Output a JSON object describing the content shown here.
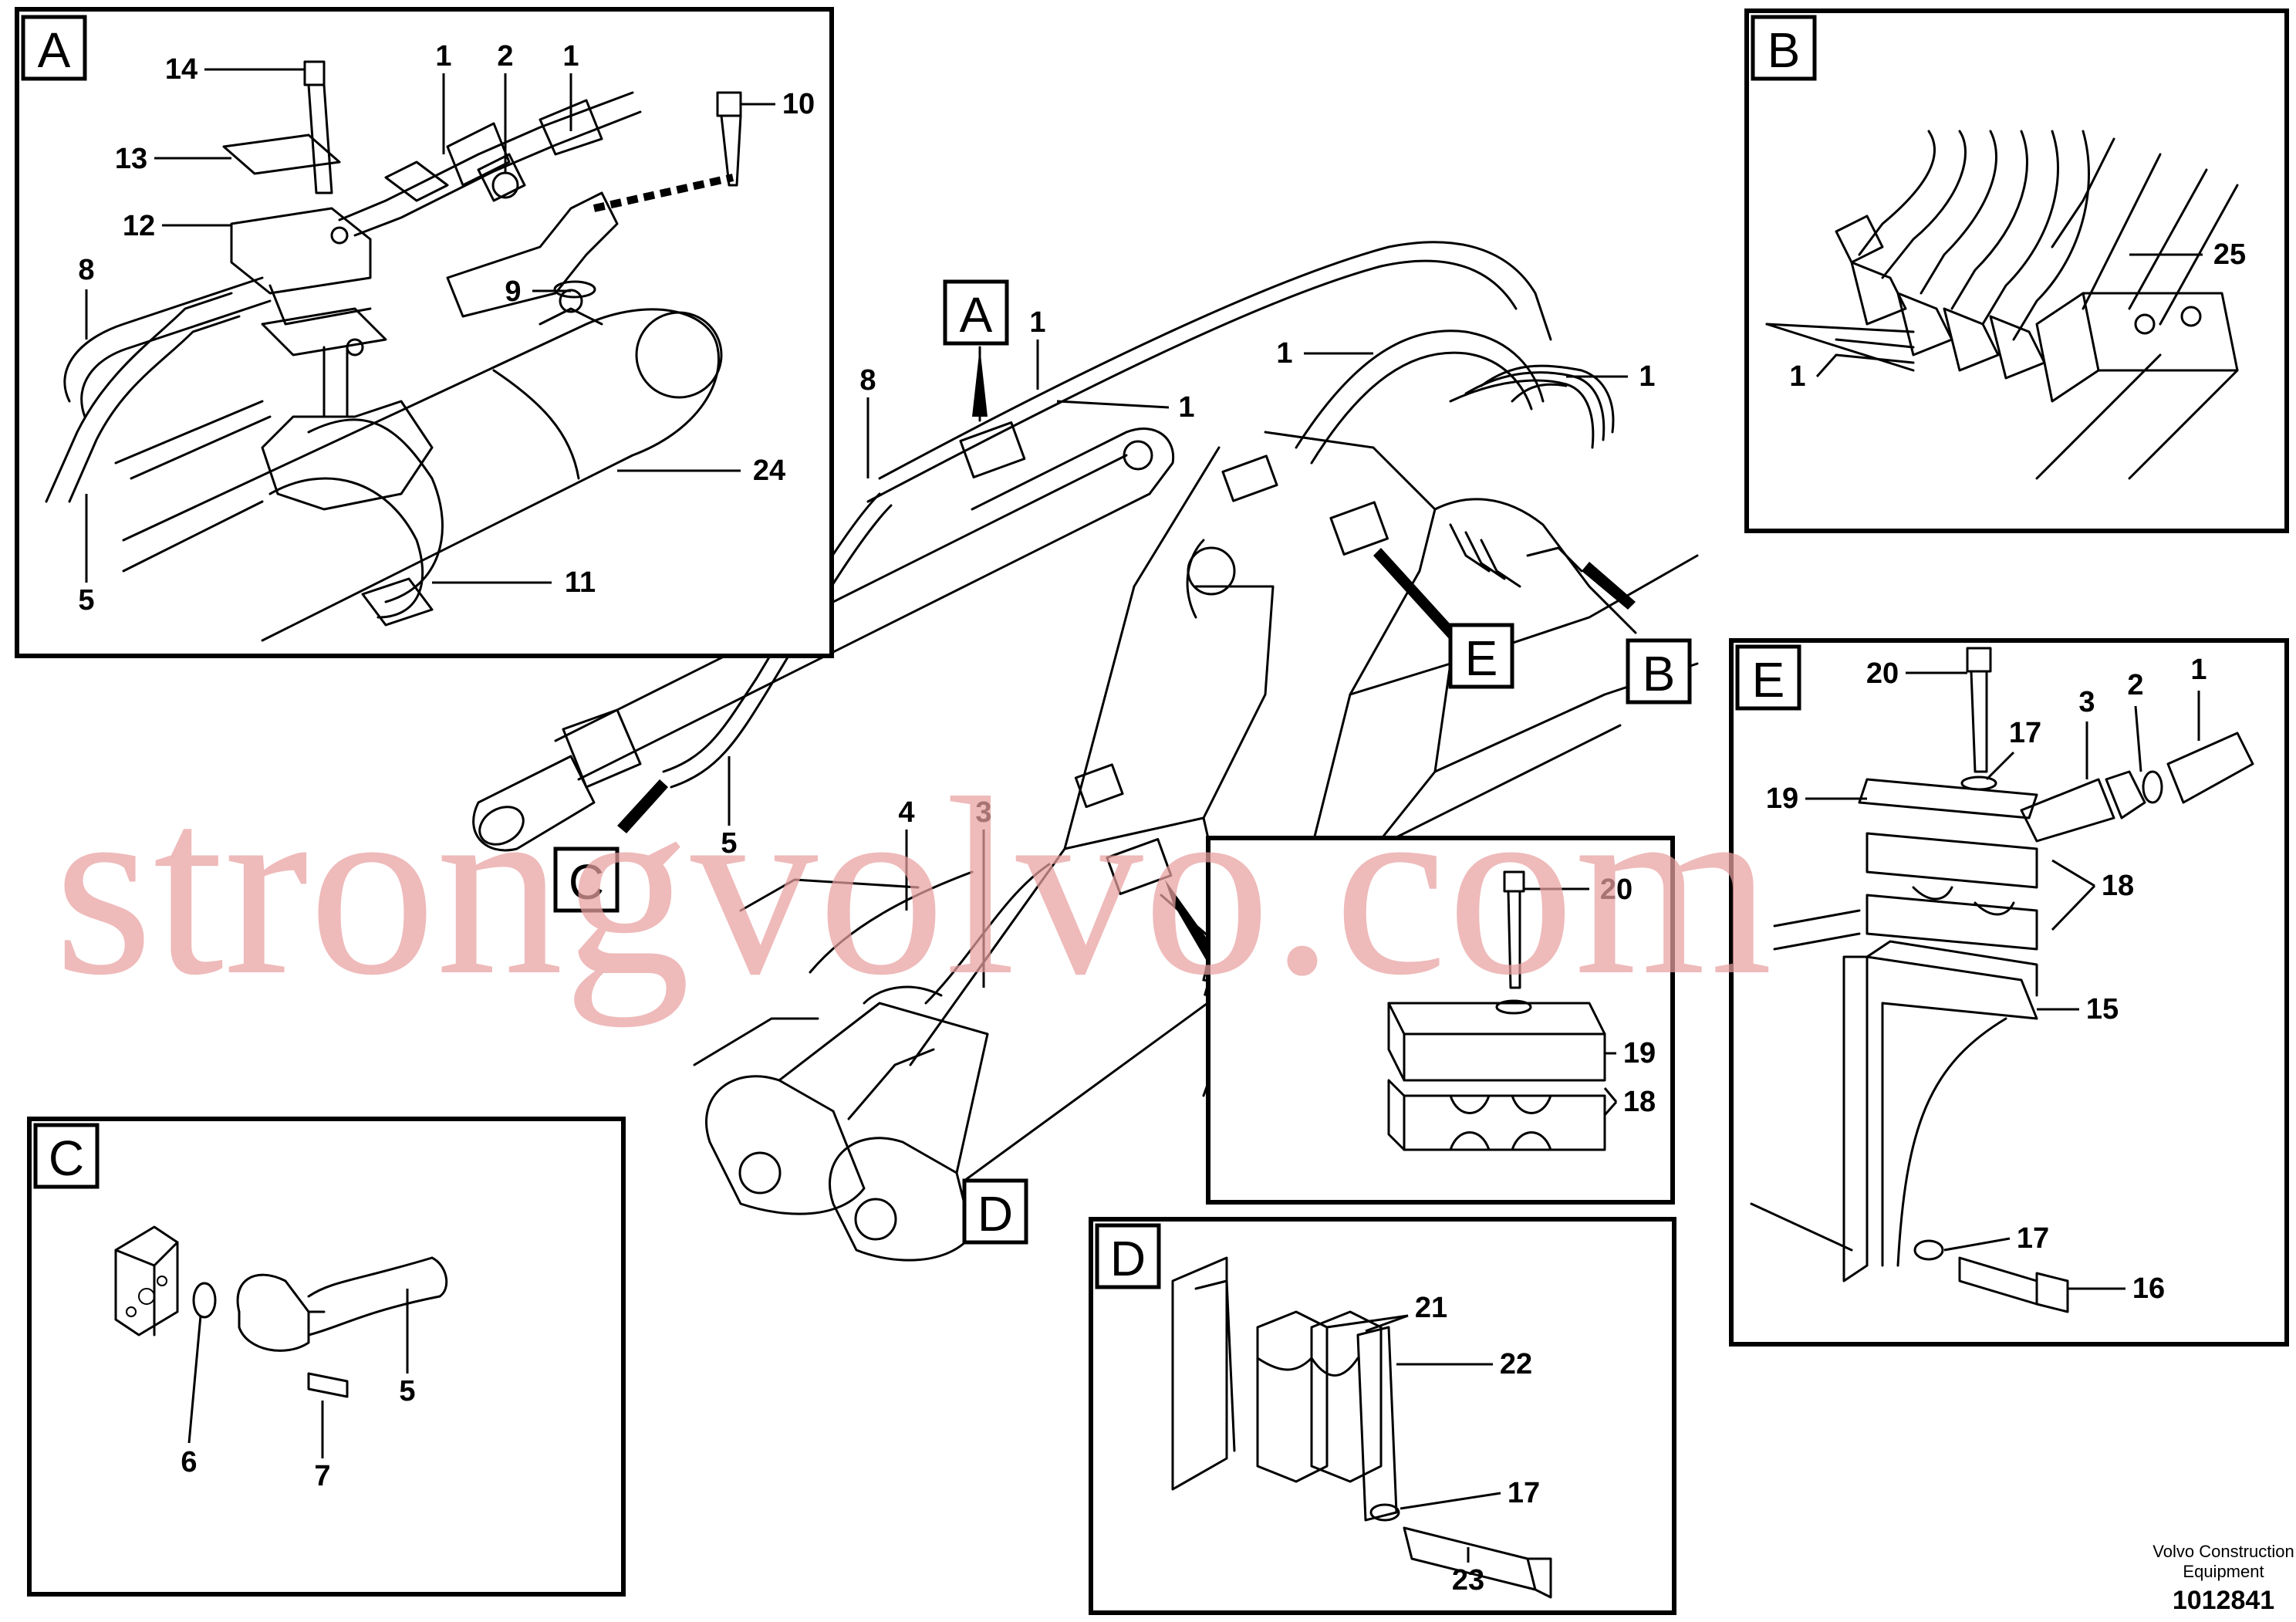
{
  "inset_tags": {
    "a": "A",
    "b": "B",
    "c": "C",
    "d": "D",
    "e": "E"
  },
  "callouts": {
    "a": [
      "14",
      "1",
      "2",
      "1",
      "10",
      "13",
      "12",
      "8",
      "9",
      "24",
      "5",
      "11"
    ],
    "main": [
      "A",
      "1",
      "1",
      "1",
      "1",
      "8",
      "5",
      "4",
      "3",
      "E",
      "B",
      "C",
      "D"
    ],
    "b": [
      "25",
      "1"
    ],
    "e": [
      "20",
      "17",
      "3",
      "2",
      "1",
      "19",
      "18",
      "15",
      "17",
      "16"
    ],
    "detail": [
      "20",
      "19",
      "18"
    ],
    "c": [
      "5",
      "6",
      "7"
    ],
    "d": [
      "21",
      "22",
      "17",
      "23"
    ]
  },
  "credit": {
    "line1": "Volvo Construction",
    "line2": "Equipment",
    "doc_number": "1012841"
  },
  "watermark": "strongvolvo.com"
}
